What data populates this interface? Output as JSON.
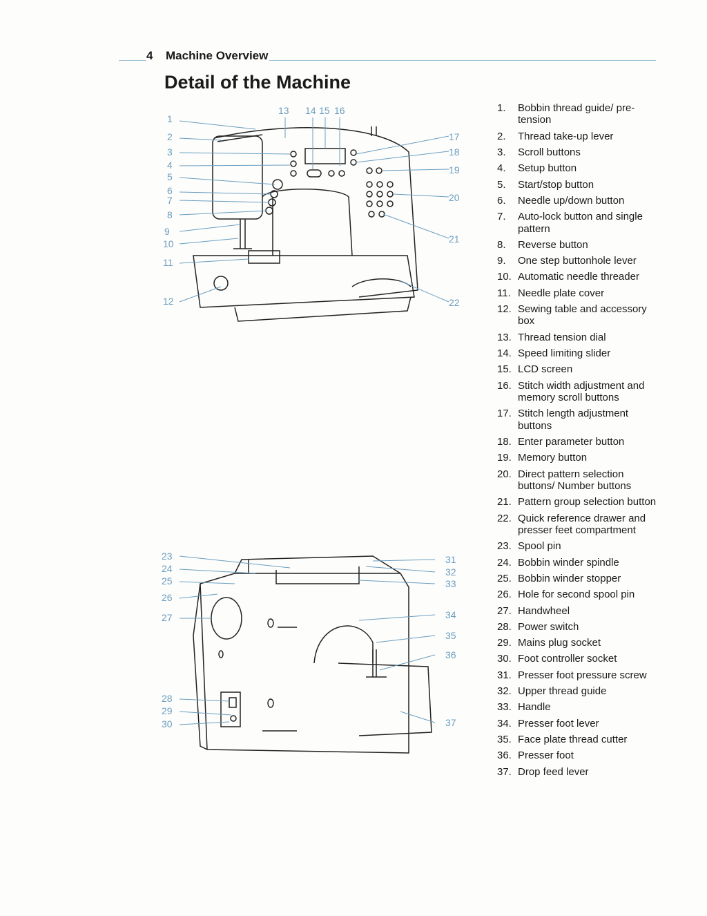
{
  "header": {
    "page_number": "4",
    "section": "Machine Overview"
  },
  "title": "Detail of the Machine",
  "diagram_top_callouts": [
    "1",
    "2",
    "3",
    "4",
    "5",
    "6",
    "7",
    "8",
    "9",
    "10",
    "11",
    "12",
    "13",
    "14",
    "15",
    "16",
    "17",
    "18",
    "19",
    "20",
    "21",
    "22"
  ],
  "diagram_bottom_callouts": [
    "23",
    "24",
    "25",
    "26",
    "27",
    "28",
    "29",
    "30",
    "31",
    "32",
    "33",
    "34",
    "35",
    "36",
    "37"
  ],
  "parts": [
    {
      "num": "1.",
      "label": "Bobbin thread guide/ pre-tension"
    },
    {
      "num": "2.",
      "label": "Thread take-up lever"
    },
    {
      "num": "3.",
      "label": "Scroll buttons"
    },
    {
      "num": "4.",
      "label": "Setup button"
    },
    {
      "num": "5.",
      "label": "Start/stop button"
    },
    {
      "num": "6.",
      "label": "Needle up/down button"
    },
    {
      "num": "7.",
      "label": "Auto-lock button and single pattern"
    },
    {
      "num": "8.",
      "label": "Reverse button"
    },
    {
      "num": "9.",
      "label": "One step buttonhole lever"
    },
    {
      "num": "10.",
      "label": "Automatic needle threader"
    },
    {
      "num": "11.",
      "label": "Needle plate cover"
    },
    {
      "num": "12.",
      "label": "Sewing table and accessory box"
    },
    {
      "num": "13.",
      "label": "Thread tension dial"
    },
    {
      "num": "14.",
      "label": "Speed limiting slider"
    },
    {
      "num": "15.",
      "label": "LCD screen"
    },
    {
      "num": "16.",
      "label": "Stitch width adjustment and memory scroll buttons"
    },
    {
      "num": "17.",
      "label": "Stitch length adjustment buttons"
    },
    {
      "num": "18.",
      "label": "Enter parameter button"
    },
    {
      "num": "19.",
      "label": "Memory button"
    },
    {
      "num": "20.",
      "label": "Direct pattern selection buttons/ Number buttons"
    },
    {
      "num": "21.",
      "label": "Pattern group selection button"
    },
    {
      "num": "22.",
      "label": "Quick reference drawer and presser feet compartment"
    },
    {
      "num": "23.",
      "label": "Spool pin"
    },
    {
      "num": "24.",
      "label": "Bobbin winder spindle"
    },
    {
      "num": "25.",
      "label": "Bobbin winder stopper"
    },
    {
      "num": "26.",
      "label": "Hole for second spool pin"
    },
    {
      "num": "27.",
      "label": "Handwheel"
    },
    {
      "num": "28.",
      "label": "Power switch"
    },
    {
      "num": "29.",
      "label": "Mains plug socket"
    },
    {
      "num": "30.",
      "label": "Foot controller socket"
    },
    {
      "num": "31.",
      "label": "Presser foot pressure screw"
    },
    {
      "num": "32.",
      "label": "Upper thread guide"
    },
    {
      "num": "33.",
      "label": "Handle"
    },
    {
      "num": "34.",
      "label": "Presser foot lever"
    },
    {
      "num": "35.",
      "label": "Face plate thread cutter"
    },
    {
      "num": "36.",
      "label": "Presser foot"
    },
    {
      "num": "37.",
      "label": "Drop feed lever"
    }
  ],
  "colors": {
    "callout": "#6a9ec0",
    "line": "#222222",
    "rule": "#9cc0d6"
  }
}
